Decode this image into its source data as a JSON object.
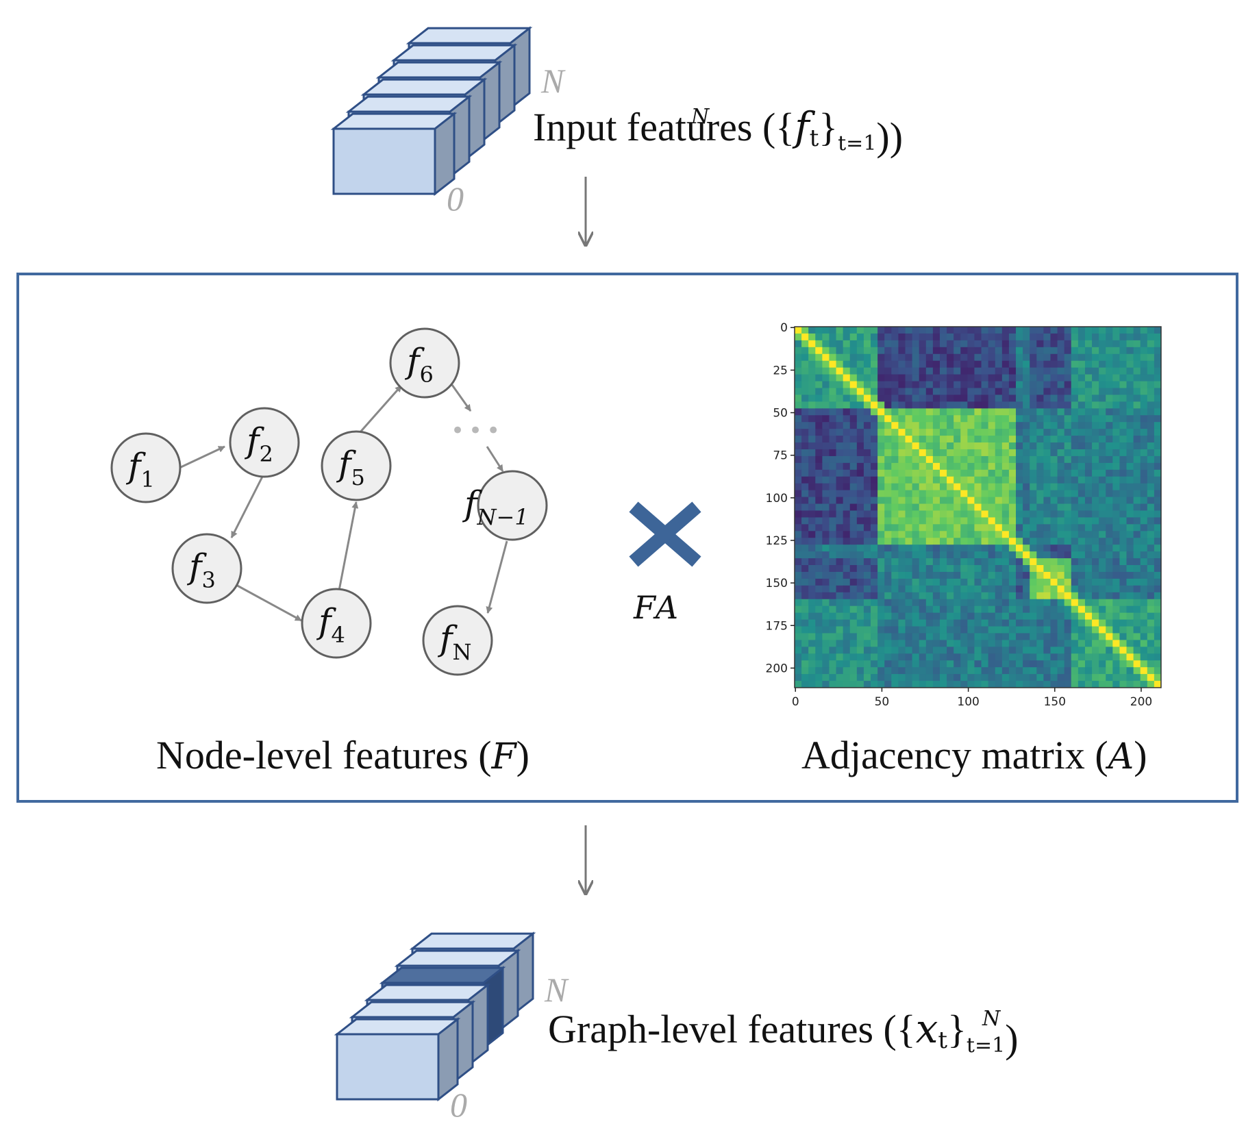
{
  "top_stack": {
    "caption": "Input features",
    "symbol": "f",
    "subscript": "t",
    "range_top": "N",
    "range_bottom": "t=1",
    "index_start": "0",
    "index_end": "N"
  },
  "center": {
    "node_caption": "Node-level features",
    "node_symbol": "F",
    "matrix_caption": "Adjacency matrix",
    "matrix_symbol": "A",
    "operator_label": "FA",
    "nodes": [
      {
        "base": "f",
        "sub": "1"
      },
      {
        "base": "f",
        "sub": "2"
      },
      {
        "base": "f",
        "sub": "3"
      },
      {
        "base": "f",
        "sub": "4"
      },
      {
        "base": "f",
        "sub": "5"
      },
      {
        "base": "f",
        "sub": "6"
      },
      {
        "base": "f",
        "sub": "N−1"
      },
      {
        "base": "f",
        "sub": "N"
      }
    ],
    "ellipsis": "•••"
  },
  "bottom_stack": {
    "caption": "Graph-level features",
    "symbol": "x",
    "subscript": "t",
    "range_top": "N",
    "range_bottom": "t=1",
    "index_start": "0",
    "index_end": "N"
  },
  "heatmap_axes": {
    "y_ticks": [
      "0",
      "25",
      "50",
      "75",
      "100",
      "125",
      "150",
      "175",
      "200"
    ],
    "x_ticks": [
      "0",
      "50",
      "100",
      "150",
      "200"
    ]
  },
  "colors": {
    "frame": "#41699f",
    "block_front": "#c2d4ec",
    "block_top": "#d6e3f4",
    "block_side": "#8b9cb3",
    "block_edge": "#2f4f86",
    "highlight_front": "#5d7aa8",
    "node_fill": "#efefef",
    "node_stroke": "#606060",
    "arrow": "#888888",
    "cross": "#3d6598"
  }
}
